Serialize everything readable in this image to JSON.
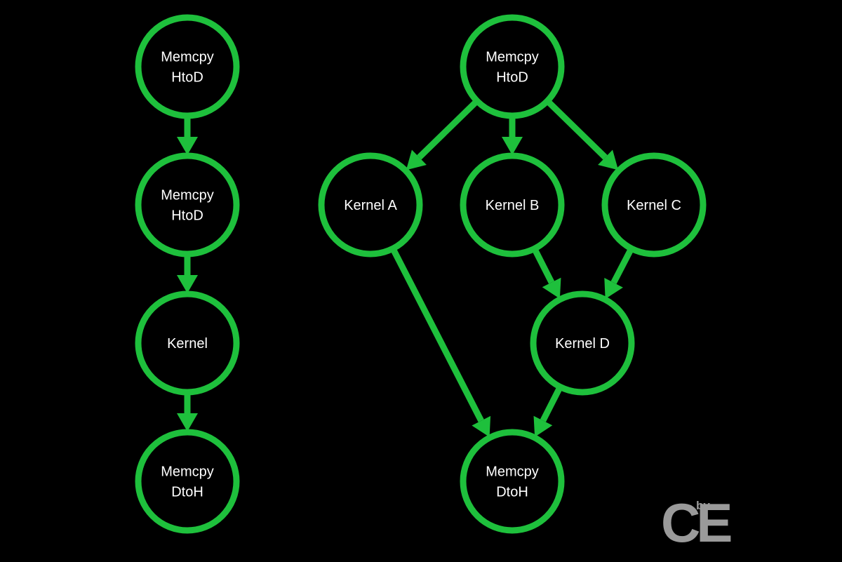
{
  "colors": {
    "background": "#000000",
    "accent": "#1ec03c",
    "text": "#ffffff",
    "logo": "#9a9a9a"
  },
  "diagram": {
    "nodes": [
      {
        "id": "l1",
        "lines": [
          "Memcpy",
          "HtoD"
        ]
      },
      {
        "id": "l2",
        "lines": [
          "Memcpy",
          "HtoD"
        ]
      },
      {
        "id": "l3",
        "lines": [
          "Kernel"
        ]
      },
      {
        "id": "l4",
        "lines": [
          "Memcpy",
          "DtoH"
        ]
      },
      {
        "id": "r1",
        "lines": [
          "Memcpy",
          "HtoD"
        ]
      },
      {
        "id": "ka",
        "lines": [
          "Kernel A"
        ]
      },
      {
        "id": "kb",
        "lines": [
          "Kernel B"
        ]
      },
      {
        "id": "kc",
        "lines": [
          "Kernel C"
        ]
      },
      {
        "id": "kd",
        "lines": [
          "Kernel D"
        ]
      },
      {
        "id": "r6",
        "lines": [
          "Memcpy",
          "DtoH"
        ]
      }
    ],
    "edges": [
      {
        "from": "l1",
        "to": "l2"
      },
      {
        "from": "l2",
        "to": "l3"
      },
      {
        "from": "l3",
        "to": "l4"
      },
      {
        "from": "r1",
        "to": "ka"
      },
      {
        "from": "r1",
        "to": "kb"
      },
      {
        "from": "r1",
        "to": "kc"
      },
      {
        "from": "kb",
        "to": "kd"
      },
      {
        "from": "kc",
        "to": "kd"
      },
      {
        "from": "ka",
        "to": "r6"
      },
      {
        "from": "kd",
        "to": "r6"
      }
    ]
  },
  "logo": {
    "main": "CE",
    "by": "by"
  }
}
